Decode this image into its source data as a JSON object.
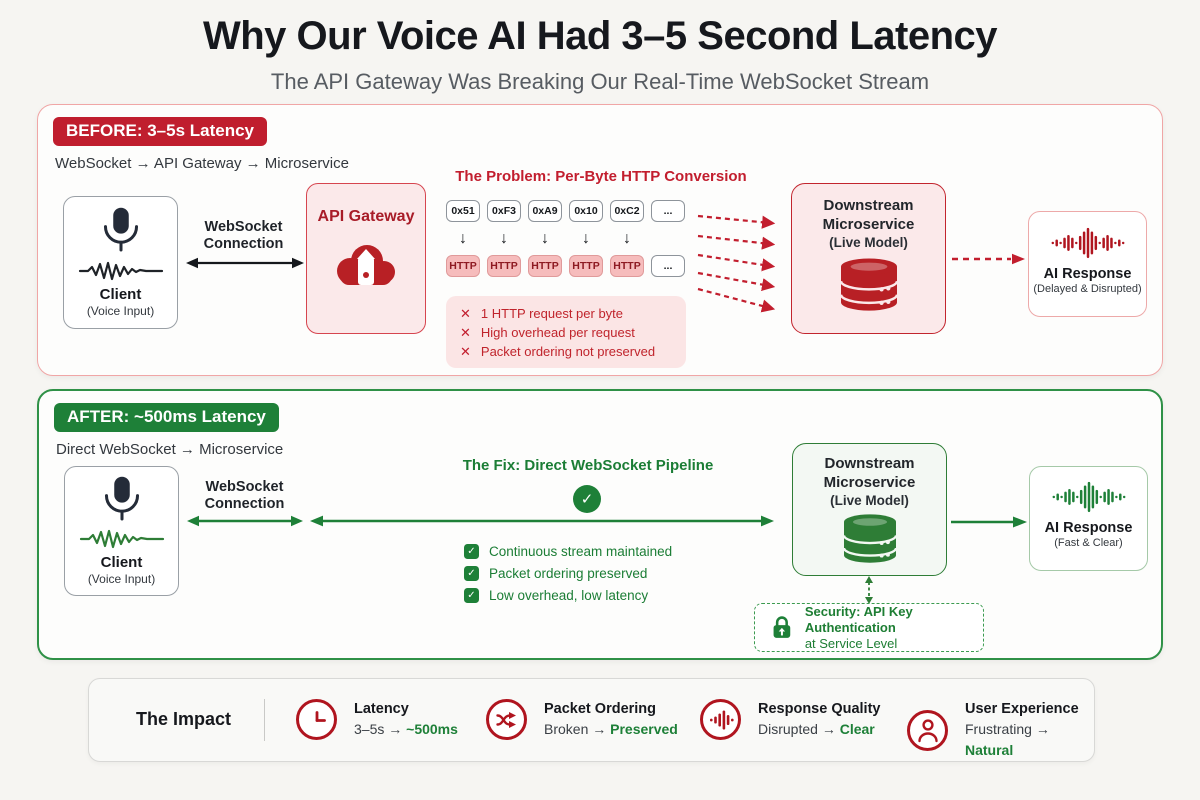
{
  "page": {
    "title": "Why Our Voice AI Had 3–5 Second Latency",
    "subtitle": "The API Gateway Was Breaking Our Real-Time WebSocket Stream"
  },
  "icons": {
    "check": "✓",
    "x": "✕",
    "down_arrow": "↓"
  },
  "before": {
    "badge": "BEFORE: 3–5s Latency",
    "route": "WebSocket → API Gateway → Microservice",
    "client_title": "Client",
    "client_subtitle": "(Voice Input)",
    "connection_line1": "WebSocket",
    "connection_line2": "Connection",
    "gateway_label": "API Gateway",
    "problem_title": "The Problem: Per-Byte HTTP Conversion",
    "bytes": [
      "0x51",
      "0xF3",
      "0xA9",
      "0x10",
      "0xC2",
      "..."
    ],
    "http_label": "HTTP",
    "http_more": "...",
    "problems": [
      "1 HTTP request per byte",
      "High overhead per request",
      "Packet ordering not preserved"
    ],
    "micro_line1": "Downstream",
    "micro_line2": "Microservice",
    "micro_line3": "(Live Model)",
    "response_title": "AI Response",
    "response_subtitle": "(Delayed & Disrupted)"
  },
  "after": {
    "badge": "AFTER: ~500ms Latency",
    "route": "Direct WebSocket → Microservice",
    "client_title": "Client",
    "client_subtitle": "(Voice Input)",
    "connection_line1": "WebSocket",
    "connection_line2": "Connection",
    "fix_title": "The Fix: Direct WebSocket Pipeline",
    "benefits": [
      "Continuous stream maintained",
      "Packet ordering preserved",
      "Low overhead, low latency"
    ],
    "micro_line1": "Downstream",
    "micro_line2": "Microservice",
    "micro_line3": "(Live Model)",
    "response_title": "AI Response",
    "response_subtitle": "(Fast & Clear)",
    "security_line1": "Security: API Key Authentication",
    "security_line2": "at Service Level"
  },
  "impact": {
    "title": "The Impact",
    "arrow": "→",
    "items": [
      {
        "icon": "clock-icon",
        "label": "Latency",
        "from": "3–5s",
        "to": "~500ms"
      },
      {
        "icon": "shuffle-icon",
        "label": "Packet Ordering",
        "from": "Broken",
        "to": "Preserved"
      },
      {
        "icon": "waveform-icon",
        "label": "Response Quality",
        "from": "Disrupted",
        "to": "Clear"
      },
      {
        "icon": "user-icon",
        "label": "User Experience",
        "from": "Frustrating",
        "to": "Natural"
      }
    ]
  },
  "colors": {
    "red_accent": "#C01E2E",
    "green_accent": "#1E8038",
    "dark_text": "#16181D"
  }
}
